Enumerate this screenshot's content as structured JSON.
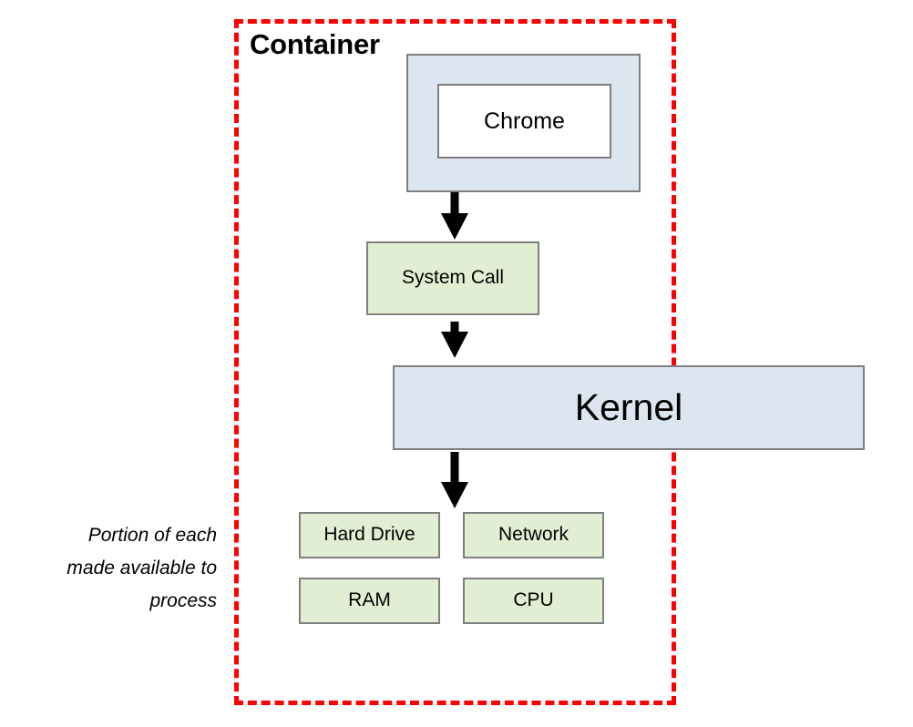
{
  "diagram": {
    "title": "Container",
    "boundary_style": "red dashed rectangle",
    "accent_color": "#ff0000",
    "blue_fill": "#dce6f1",
    "green_fill": "#e2eed3",
    "border_color": "#7f7f7f",
    "application": {
      "outer_label": "",
      "inner_label": "Chrome"
    },
    "syscall": {
      "label": "System Call"
    },
    "kernel": {
      "label": "Kernel"
    },
    "resources": [
      {
        "label": "Hard Drive"
      },
      {
        "label": "Network"
      },
      {
        "label": "RAM"
      },
      {
        "label": "CPU"
      }
    ],
    "annotation": {
      "line1": "Portion of each",
      "line2": "made available to",
      "line3": "process"
    },
    "arrows": [
      {
        "name": "app-to-syscall",
        "from": "application",
        "to": "syscall"
      },
      {
        "name": "syscall-to-kernel",
        "from": "syscall",
        "to": "kernel"
      },
      {
        "name": "kernel-to-resources",
        "from": "kernel",
        "to": "resources"
      }
    ]
  }
}
